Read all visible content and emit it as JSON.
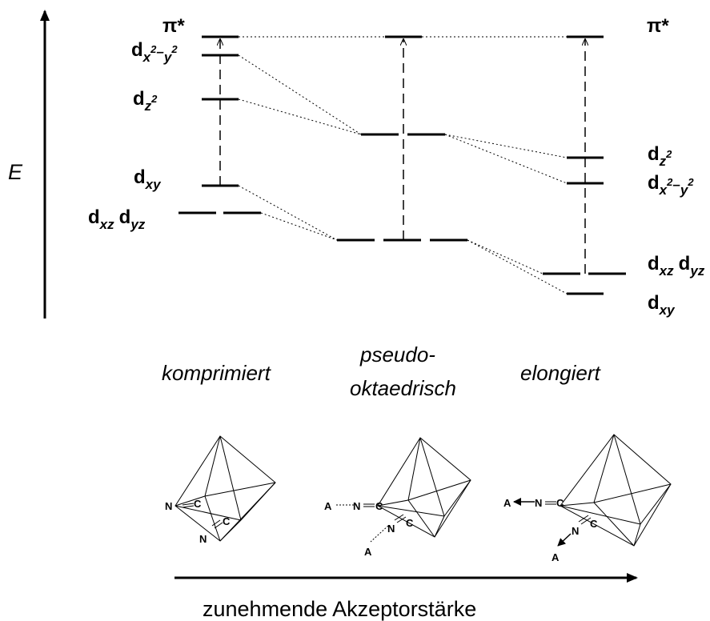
{
  "energy_axis_label": "E",
  "x_axis_label": "zunehmende Akzeptorstärke",
  "pi_star_label": "π*",
  "orbital_labels": {
    "dx2y2": {
      "base": "d",
      "sub": "x",
      "sup1": "2",
      "dash": "–",
      "sub2": "y",
      "sup2": "2"
    },
    "dz2": {
      "base": "d",
      "sub": "z",
      "sup": "2"
    },
    "dxy": {
      "base": "d",
      "sub": "xy"
    },
    "dxz": {
      "base": "d",
      "sub": "xz"
    },
    "dyz": {
      "base": "d",
      "sub": "yz"
    }
  },
  "geometries": {
    "compressed": "komprimiert",
    "pseudo_line1": "pseudo-",
    "pseudo_line2": "oktaedrisch",
    "elongated": "elongiert"
  },
  "atoms": {
    "N": "N",
    "C": "C",
    "A": "A"
  },
  "colors": {
    "line": "#000000",
    "background": "#ffffff"
  }
}
